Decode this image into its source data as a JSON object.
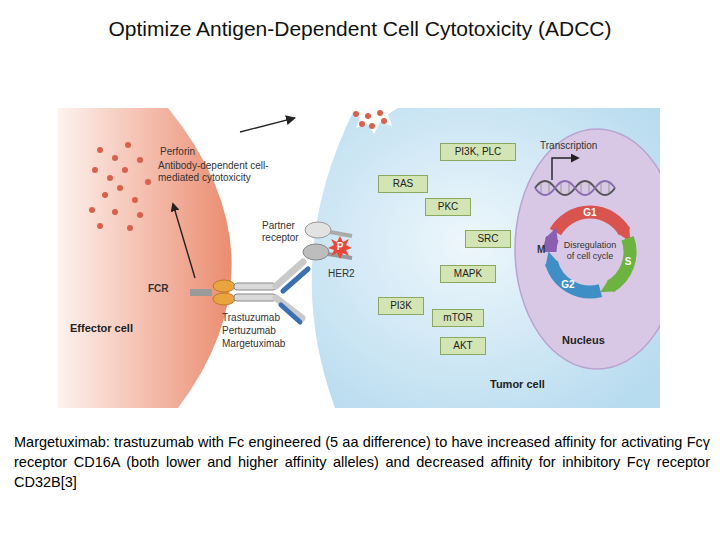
{
  "diagram": {
    "title": "Optimize Antigen-Dependent Cell Cytotoxicity (ADCC)",
    "caption": "Margetuximab: trastuzumab with Fc engineered (5 aa difference) to have increased affinity for activating Fcγ receptor CD16A (both lower and higher affinity alleles) and decreased affinity for inhibitory Fcγ receptor CD32B[3]",
    "nodes": [
      {
        "text": [
          "Effector cell"
        ]
      },
      {
        "text": [
          "Tumor cell"
        ]
      },
      {
        "text": [
          "PI3K, PLC"
        ],
        "in": 1
      },
      {
        "text": [
          "RAS"
        ],
        "in": 1
      },
      {
        "text": [
          "PKC"
        ],
        "in": 1
      },
      {
        "text": [
          "SRC"
        ],
        "in": 1
      },
      {
        "text": [
          "MAPK"
        ],
        "in": 1
      },
      {
        "text": [
          "PI3K"
        ],
        "in": 1
      },
      {
        "text": [
          "mTOR"
        ],
        "in": 1
      },
      {
        "text": [
          "AKT"
        ],
        "in": 1
      },
      {
        "text": [
          "Nucleus"
        ],
        "in": 1
      }
    ],
    "edges": [
      {
        "from": 0,
        "to": 1,
        "arrow": "to"
      }
    ],
    "labels": [
      "Perforin",
      "Antibody-dependent cell-mediated cytotoxicity",
      "Transcription",
      "P",
      "Partner receptor",
      "G1",
      "Disregulation of cell cycle",
      "M",
      "S",
      "HER2",
      "FCR",
      "Trastuzumab",
      "Pertuzumab",
      "Margetuximab",
      "G2"
    ]
  }
}
